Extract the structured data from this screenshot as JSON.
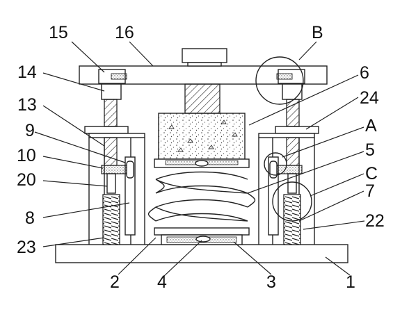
{
  "labels": {
    "n1": "1",
    "n2": "2",
    "n3": "3",
    "n4": "4",
    "n5": "5",
    "n6": "6",
    "n7": "7",
    "n8": "8",
    "n9": "9",
    "n10": "10",
    "n13": "13",
    "n14": "14",
    "n15": "15",
    "n16": "16",
    "n20": "20",
    "n22": "22",
    "n23": "23",
    "n24": "24",
    "nA": "A",
    "nB": "B",
    "nC": "C"
  },
  "colors": {
    "line": "#222222",
    "fill": "#ffffff",
    "text": "#111111"
  }
}
